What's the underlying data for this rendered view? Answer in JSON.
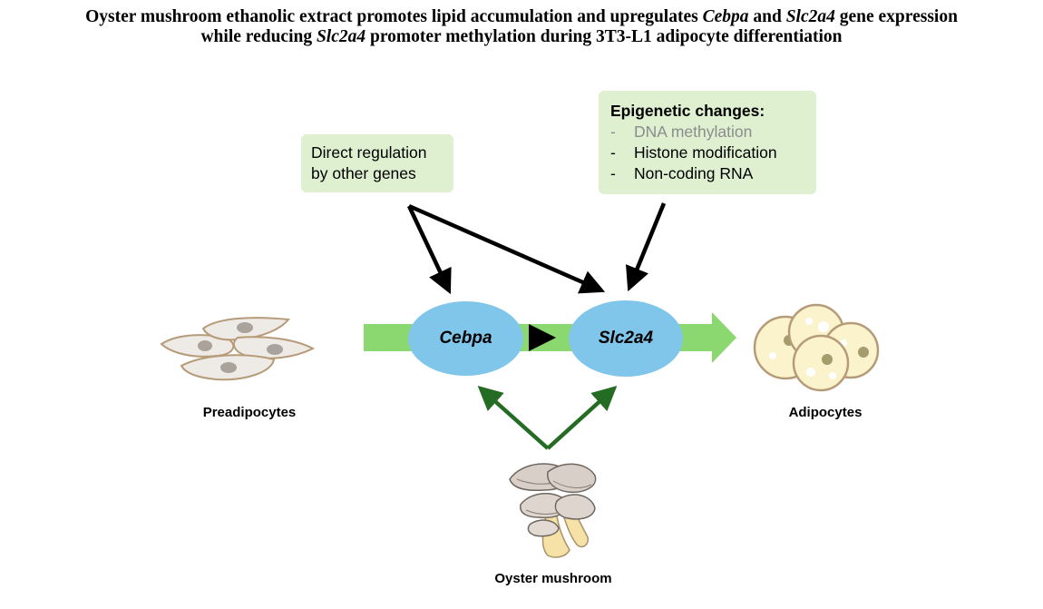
{
  "title": {
    "line1_a": "Oyster mushroom ethanolic extract promotes lipid accumulation and upregulates ",
    "line1_gene1": "Cebpa",
    "line1_b": " and ",
    "line1_gene2": "Slc2a4",
    "line1_c": " gene expression",
    "line2_a": "while reducing ",
    "line2_gene": "Slc2a4",
    "line2_b": " promoter methylation during 3T3-L1 adipocyte differentiation"
  },
  "direct_box": {
    "line1": "Direct regulation",
    "line2": "by other genes"
  },
  "epigenetic_box": {
    "heading": "Epigenetic changes:",
    "items": [
      {
        "dash": "-",
        "text": "DNA methylation",
        "muted": true
      },
      {
        "dash": "-",
        "text": "Histone modification"
      },
      {
        "dash": "-",
        "text": "Non-coding RNA"
      }
    ]
  },
  "genes": {
    "cebpa": "Cebpa",
    "slc2a4": "Slc2a4"
  },
  "labels": {
    "preadipocytes": "Preadipocytes",
    "adipocytes": "Adipocytes",
    "mushroom": "Oyster mushroom"
  },
  "colors": {
    "box_fill": "#dff0d1",
    "gene_fill": "#80c6ea",
    "pathway_arrow": "#8ad86f",
    "activation_arrow": "#246b24",
    "regulation_arrow": "#000000",
    "muted_text": "#8c8c8c"
  }
}
